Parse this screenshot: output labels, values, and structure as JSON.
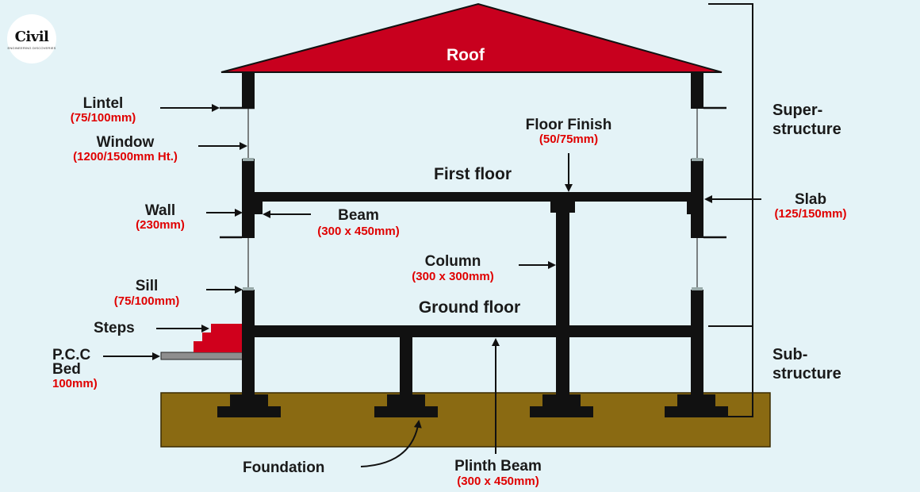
{
  "logo": {
    "text": "Civil",
    "tagline": "ENGINEERING DISCOVERIES"
  },
  "labels": {
    "roof": "Roof",
    "lintel": "Lintel",
    "lintel_size": "(75/100mm)",
    "window": "Window",
    "window_size": "(1200/1500mm Ht.)",
    "wall": "Wall",
    "wall_size": "(230mm)",
    "beam": "Beam",
    "beam_size": "(300 x 450mm)",
    "floor_finish": "Floor Finish",
    "floor_finish_size": "(50/75mm)",
    "first_floor": "First floor",
    "slab": "Slab",
    "slab_size": "(125/150mm)",
    "column": "Column",
    "column_size": "(300 x 300mm)",
    "sill": "Sill",
    "sill_size": "(75/100mm)",
    "ground_floor": "Ground floor",
    "steps": "Steps",
    "pcc_line1": "P.C.C",
    "pcc_line2": "Bed",
    "pcc_size": "100mm)",
    "foundation": "Foundation",
    "plinth_beam": "Plinth Beam",
    "plinth_beam_size": "(300 x 450mm)",
    "super_line1": "Super-",
    "super_line2": "structure",
    "sub_line1": "Sub-",
    "sub_line2": "structure"
  },
  "colors": {
    "background": "#e4f3f7",
    "roof": "#c8001e",
    "steps": "#d0001c",
    "soil": "#8a6a12",
    "structure": "#111111",
    "size_text": "#e00000",
    "pcc_bed": "#8e8e8e"
  }
}
